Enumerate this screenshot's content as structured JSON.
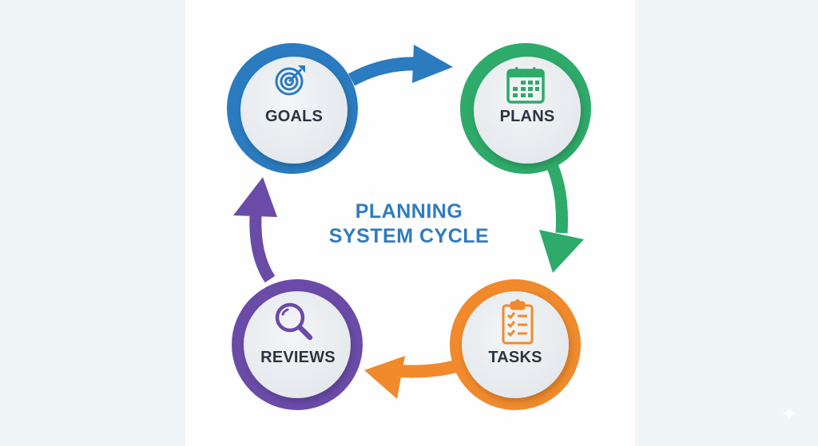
{
  "diagram": {
    "title_lines": [
      "PLANNING",
      "SYSTEM CYCLE"
    ],
    "colors": {
      "title": "#2F7CC0",
      "label_text": "#2B3440",
      "inner_fill": "#ECEFF2",
      "background": "#F1F6F8",
      "panel": "#FEFEFE"
    },
    "nodes": [
      {
        "id": "goals",
        "label": "GOALS",
        "icon": "target-icon",
        "color": "#2A7BBF",
        "position": "top-left"
      },
      {
        "id": "plans",
        "label": "PLANS",
        "icon": "calendar-icon",
        "color": "#2EAA6A",
        "position": "top-right"
      },
      {
        "id": "tasks",
        "label": "TASKS",
        "icon": "clipboard-check-icon",
        "color": "#F08A2C",
        "position": "bottom-right"
      },
      {
        "id": "reviews",
        "label": "REVIEWS",
        "icon": "magnifier-icon",
        "color": "#6A4BA8",
        "position": "bottom-left"
      }
    ],
    "arrows": [
      {
        "from": "goals",
        "to": "plans",
        "color": "#2A7BBF"
      },
      {
        "from": "plans",
        "to": "tasks",
        "color": "#2EAA6A"
      },
      {
        "from": "tasks",
        "to": "reviews",
        "color": "#F08A2C"
      },
      {
        "from": "reviews",
        "to": "goals",
        "color": "#6A4BA8"
      }
    ]
  }
}
